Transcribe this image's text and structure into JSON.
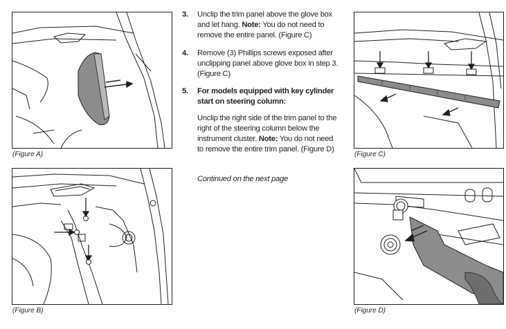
{
  "figures": {
    "a": {
      "caption": "(Figure A)"
    },
    "b": {
      "caption": "(Figure B)"
    },
    "c": {
      "caption": "(Figure C)"
    },
    "d": {
      "caption": "(Figure D)"
    }
  },
  "steps": [
    {
      "number": "3.",
      "text": "Unclip the trim panel above the glove box and let hang.",
      "note_label": "Note:",
      "note_text": "You do not need to remove the entire panel.",
      "ref": "(Figure C)"
    },
    {
      "number": "4.",
      "text": "Remove (3) Phillips screws exposed after unclipping panel above glove box in step 3. (Figure C)"
    },
    {
      "number": "5.",
      "heading": "For models equipped with key cylinder start on steering column:",
      "text": "Unclip the right side of the trim panel to the right of the steering column below the instrument cluster.",
      "note_label": "Note:",
      "note_text": "You do not need to remove the entire trim panel.",
      "ref": "(Figure D)"
    }
  ],
  "continued": "Continued on the next page",
  "colors": {
    "ink": "#231f20",
    "panel_gray": "#8c8c8c",
    "panel_dark": "#6e6e6e"
  }
}
